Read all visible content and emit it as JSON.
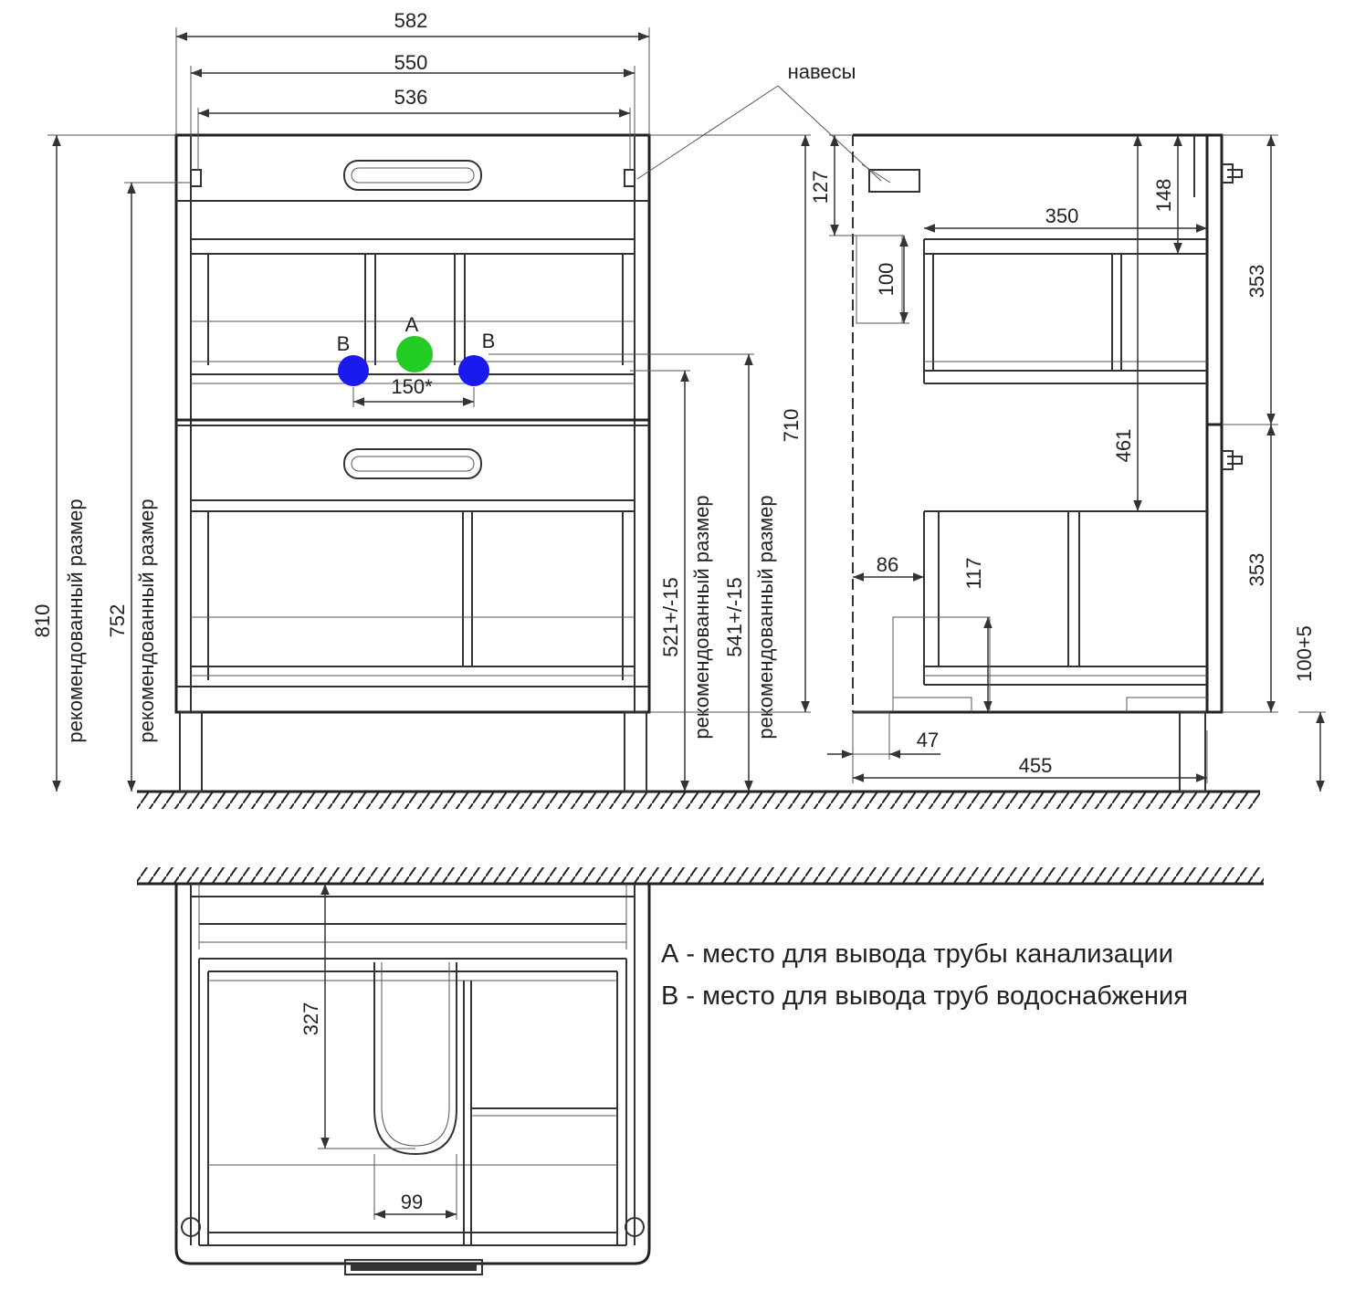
{
  "labels": {
    "hinges": "навесы",
    "rec_size": "рекомендованный размер",
    "point_a": "А",
    "point_b": "В"
  },
  "dims": {
    "w582": "582",
    "w550": "550",
    "w536": "536",
    "h810": "810",
    "h752": "752",
    "h710": "710",
    "h521": "521+/-15",
    "h541": "541+/-15",
    "d150": "150*",
    "s127": "127",
    "s100": "100",
    "s350": "350",
    "s148": "148",
    "s353a": "353",
    "s461": "461",
    "s86": "86",
    "s117": "117",
    "s353b": "353",
    "s100p5": "100+5",
    "s47": "47",
    "s455": "455",
    "t327": "327",
    "t99": "99"
  },
  "legend": [
    "А - место для вывода трубы канализации",
    "В - место для вывода труб водоснабжения"
  ],
  "colors": {
    "point_a": "#22cc22",
    "point_b": "#1a1aee",
    "line": "#222222"
  }
}
